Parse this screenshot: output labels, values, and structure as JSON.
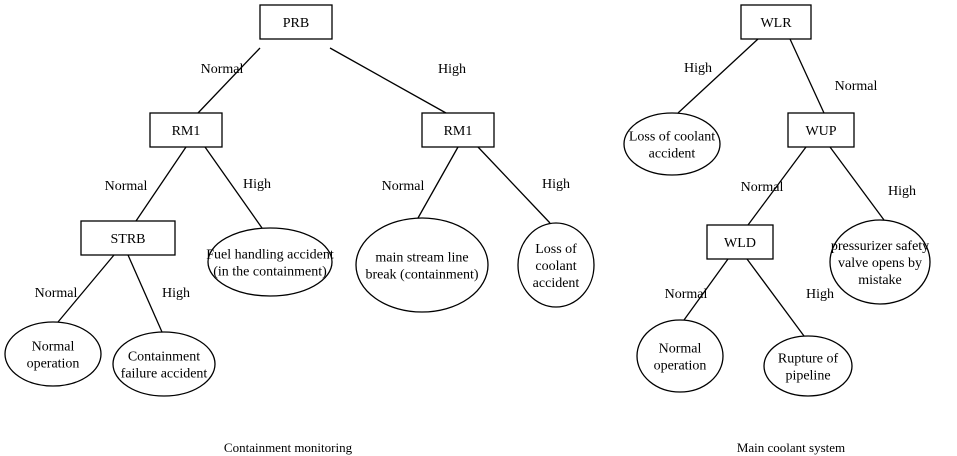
{
  "trees": [
    {
      "caption": "Containment monitoring",
      "nodes": [
        {
          "id": "prb",
          "shape": "rect",
          "lines": [
            "PRB"
          ]
        },
        {
          "id": "rm1_left",
          "shape": "rect",
          "lines": [
            "RM1"
          ]
        },
        {
          "id": "rm1_right",
          "shape": "rect",
          "lines": [
            "RM1"
          ]
        },
        {
          "id": "strb",
          "shape": "rect",
          "lines": [
            "STRB"
          ]
        },
        {
          "id": "fuel_handling",
          "shape": "ellipse",
          "lines": [
            "Fuel handling accident",
            "(in the containment)"
          ]
        },
        {
          "id": "main_stream",
          "shape": "ellipse",
          "lines": [
            "main stream line",
            "break (containment)"
          ]
        },
        {
          "id": "loca_right",
          "shape": "ellipse",
          "lines": [
            "Loss of",
            "coolant",
            "accident"
          ]
        },
        {
          "id": "normal_op_left",
          "shape": "ellipse",
          "lines": [
            "Normal",
            "operation"
          ]
        },
        {
          "id": "containment_failure",
          "shape": "ellipse",
          "lines": [
            "Containment",
            "failure accident"
          ]
        }
      ],
      "edges": [
        {
          "from": "prb",
          "to": "rm1_left",
          "label": "Normal"
        },
        {
          "from": "prb",
          "to": "rm1_right",
          "label": "High"
        },
        {
          "from": "rm1_left",
          "to": "strb",
          "label": "Normal"
        },
        {
          "from": "rm1_left",
          "to": "fuel_handling",
          "label": "High"
        },
        {
          "from": "rm1_right",
          "to": "main_stream",
          "label": "Normal"
        },
        {
          "from": "rm1_right",
          "to": "loca_right",
          "label": "High"
        },
        {
          "from": "strb",
          "to": "normal_op_left",
          "label": "Normal"
        },
        {
          "from": "strb",
          "to": "containment_failure",
          "label": "High"
        }
      ]
    },
    {
      "caption": "Main coolant system",
      "nodes": [
        {
          "id": "wlr",
          "shape": "rect",
          "lines": [
            "WLR"
          ]
        },
        {
          "id": "loca_top",
          "shape": "ellipse",
          "lines": [
            "Loss of coolant",
            "accident"
          ]
        },
        {
          "id": "wup",
          "shape": "rect",
          "lines": [
            "WUP"
          ]
        },
        {
          "id": "wld",
          "shape": "rect",
          "lines": [
            "WLD"
          ]
        },
        {
          "id": "pressurizer",
          "shape": "ellipse",
          "lines": [
            "pressurizer safety",
            "valve opens by",
            "mistake"
          ]
        },
        {
          "id": "normal_op_right",
          "shape": "ellipse",
          "lines": [
            "Normal",
            "operation"
          ]
        },
        {
          "id": "rupture",
          "shape": "ellipse",
          "lines": [
            "Rupture of",
            "pipeline"
          ]
        }
      ],
      "edges": [
        {
          "from": "wlr",
          "to": "loca_top",
          "label": "High"
        },
        {
          "from": "wlr",
          "to": "wup",
          "label": "Normal"
        },
        {
          "from": "wup",
          "to": "wld",
          "label": "Normal"
        },
        {
          "from": "wup",
          "to": "pressurizer",
          "label": "High"
        },
        {
          "from": "wld",
          "to": "normal_op_right",
          "label": "Normal"
        },
        {
          "from": "wld",
          "to": "rupture",
          "label": "High"
        }
      ]
    }
  ]
}
